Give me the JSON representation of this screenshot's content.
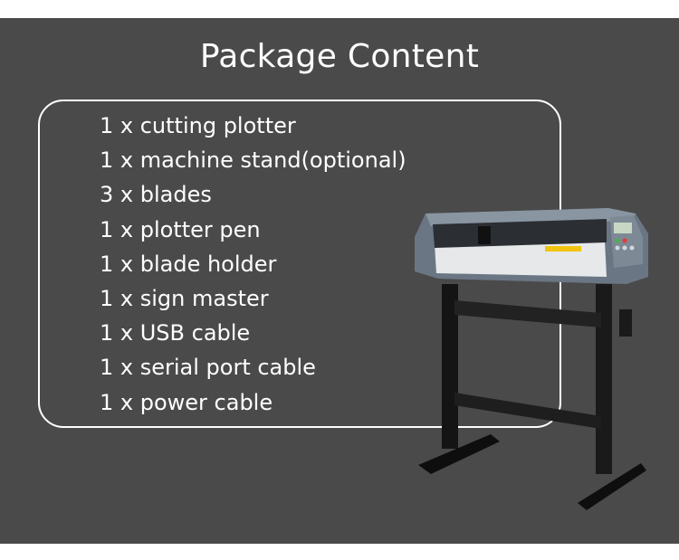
{
  "title": "Package Content",
  "items": [
    "1 x cutting plotter",
    "1 x machine stand(optional)",
    "3 x blades",
    "1 x plotter pen",
    "1 x blade holder",
    "1 x sign master",
    "1 x USB cable",
    "1 x serial port cable",
    "1 x power cable"
  ],
  "colors": {
    "background": "#4a4a4a",
    "text": "#ffffff",
    "plotter_body": "#6b7684",
    "stand": "#141414"
  }
}
